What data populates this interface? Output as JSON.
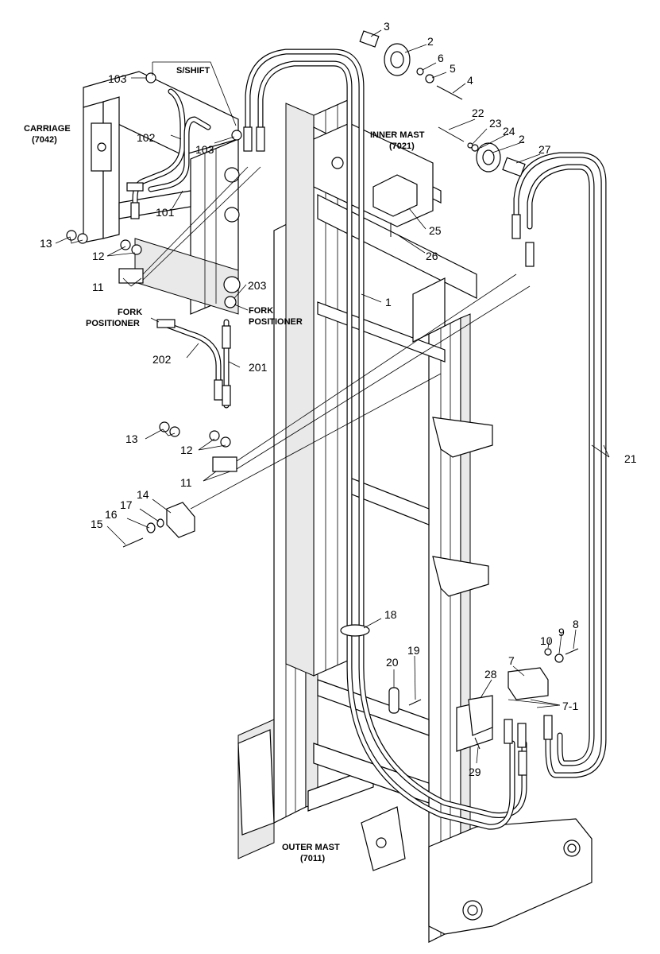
{
  "captions": {
    "s_shift": "S/SHIFT",
    "carriage": "CARRIAGE",
    "carriage_code": "(7042)",
    "inner_mast": "INNER MAST",
    "inner_mast_code": "(7021)",
    "fork_positioner_left_1": "FORK",
    "fork_positioner_left_2": "POSITIONER",
    "fork_positioner_right_1": "FORK",
    "fork_positioner_right_2": "POSITIONER",
    "outer_mast": "OUTER MAST",
    "outer_mast_code": "(7011)"
  },
  "callouts": {
    "c1": "1",
    "c2a": "2",
    "c2b": "2",
    "c3": "3",
    "c4": "4",
    "c5": "5",
    "c6": "6",
    "c7": "7",
    "c7_1": "7-1",
    "c8": "8",
    "c9": "9",
    "c10": "10",
    "c11a": "11",
    "c11b": "11",
    "c12a": "12",
    "c12b": "12",
    "c13a": "13",
    "c13b": "13",
    "c14": "14",
    "c15": "15",
    "c16": "16",
    "c17": "17",
    "c18": "18",
    "c19": "19",
    "c20": "20",
    "c21": "21",
    "c22": "22",
    "c23": "23",
    "c24": "24",
    "c25": "25",
    "c26": "26",
    "c27": "27",
    "c28": "28",
    "c29": "29",
    "c101": "101",
    "c102": "102",
    "c103a": "103",
    "c103b": "103",
    "c201": "201",
    "c202": "202",
    "c203": "203"
  }
}
